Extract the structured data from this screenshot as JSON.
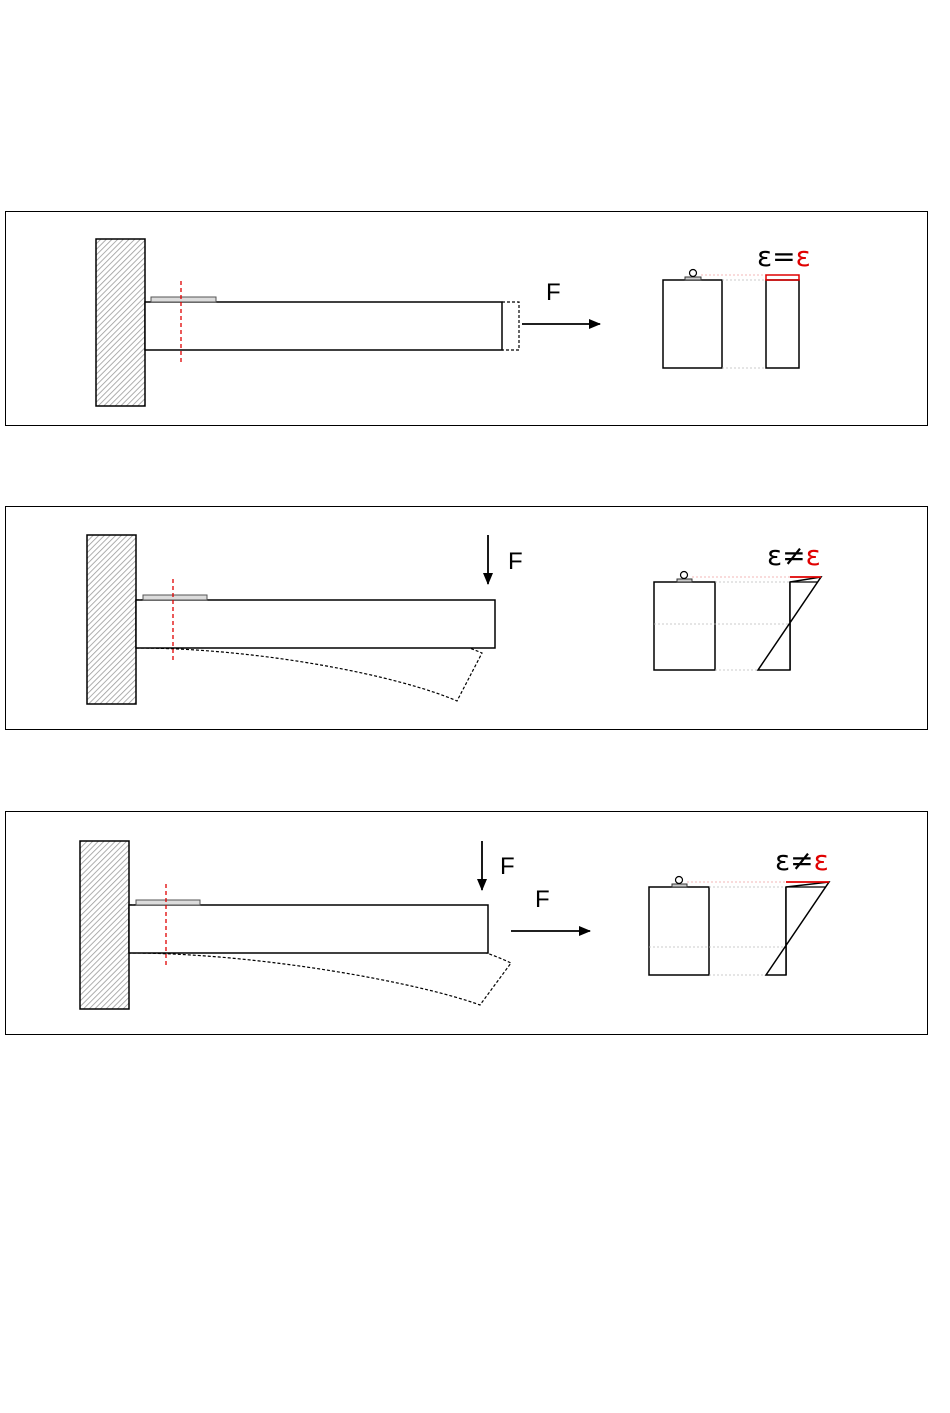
{
  "panels": [
    {
      "force_labels": [
        "F"
      ],
      "strain_left": "ε",
      "strain_relation": "=",
      "strain_right": "ε",
      "strain_right_color": "#e00000"
    },
    {
      "force_labels": [
        "F"
      ],
      "strain_left": "ε",
      "strain_relation": "≠",
      "strain_right": "ε",
      "strain_right_color": "#e00000"
    },
    {
      "force_labels": [
        "F",
        "F"
      ],
      "strain_left": "ε",
      "strain_relation": "≠",
      "strain_right": "ε",
      "strain_right_color": "#e00000"
    }
  ],
  "colors": {
    "outline": "#000000",
    "section_cut": "#e00000",
    "wall_hatch": "#9a9a9a",
    "guide_lines": "#999999"
  }
}
